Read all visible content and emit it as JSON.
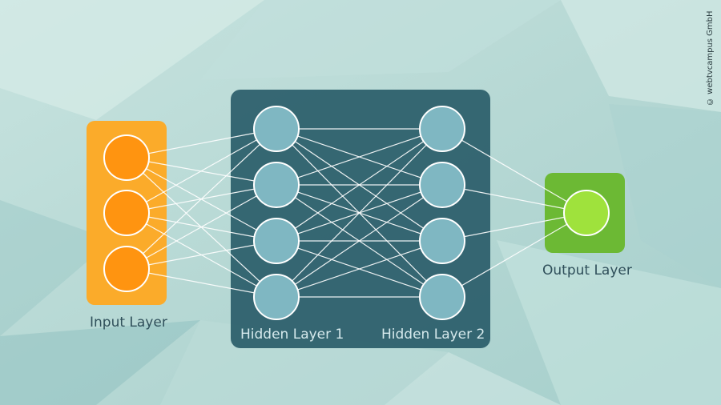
{
  "labels": {
    "input": "Input Layer",
    "hidden1": "Hidden Layer 1",
    "hidden2": "Hidden Layer 2",
    "output": "Output Layer"
  },
  "credit": "© webtvcampus GmbH",
  "network": {
    "layers": [
      {
        "id": "input",
        "neurons": 3
      },
      {
        "id": "hidden1",
        "neurons": 4
      },
      {
        "id": "hidden2",
        "neurons": 4
      },
      {
        "id": "output",
        "neurons": 1
      }
    ],
    "fully_connected": true
  },
  "colors": {
    "input_panel": "#fbab2a",
    "input_neuron": "#ff9410",
    "hidden_panel": "#2b5e6b",
    "hidden_neuron": "#7fb7c2",
    "output_panel": "#6cb934",
    "output_neuron": "#9fe23c",
    "connection": "#ffffff"
  }
}
